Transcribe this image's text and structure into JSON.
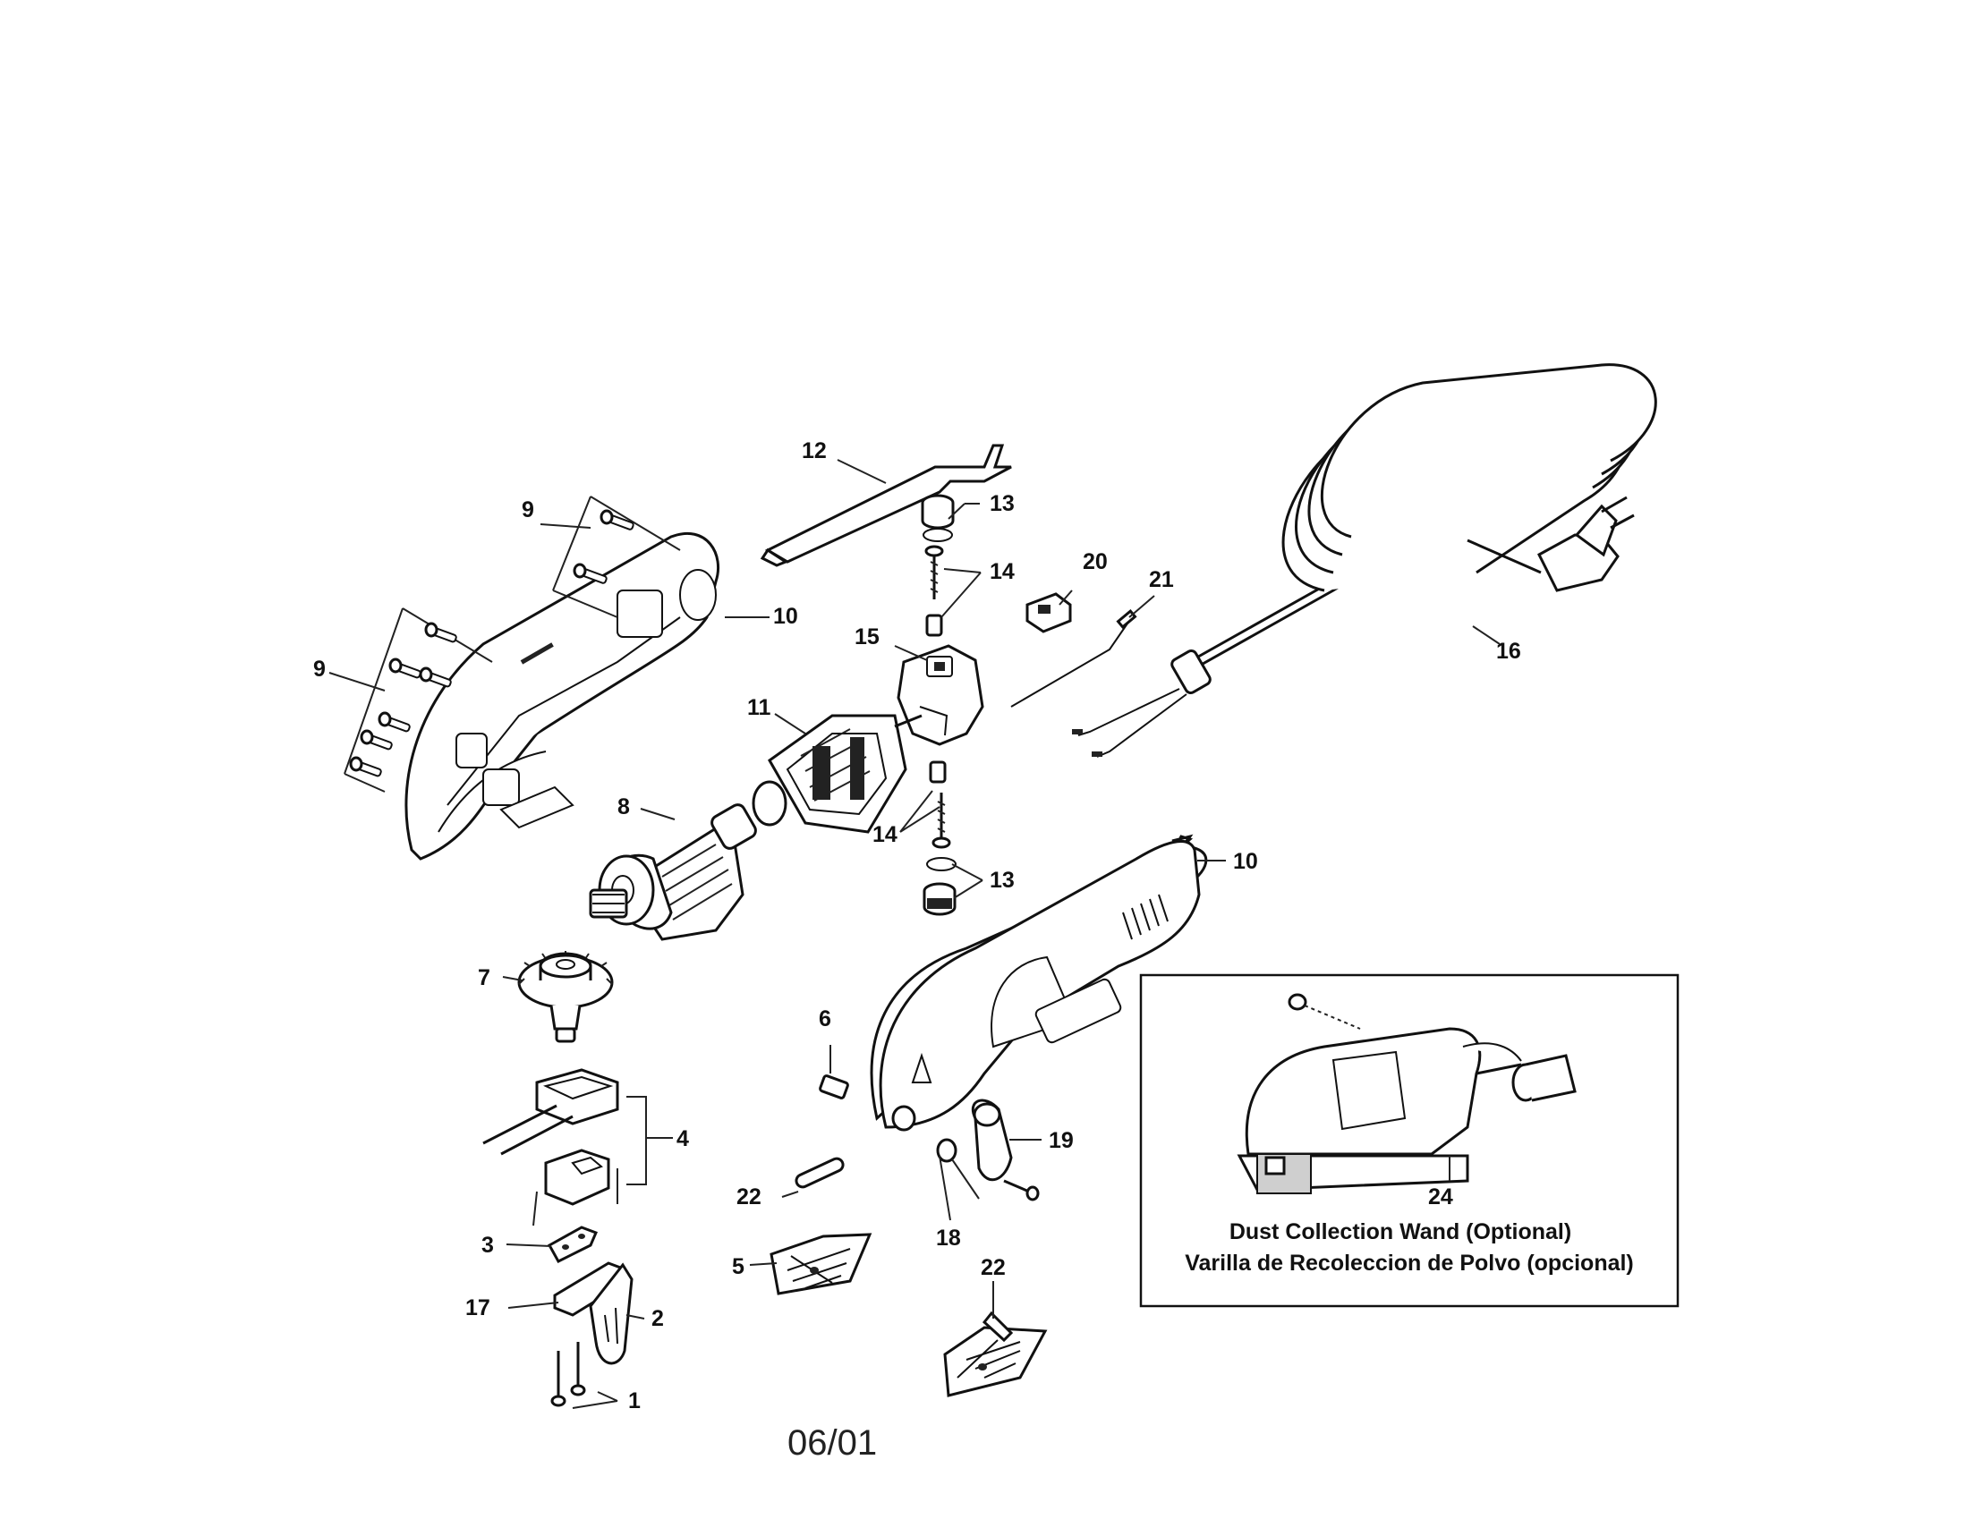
{
  "callouts": {
    "c12": "12",
    "c13a": "13",
    "c13b": "13",
    "c14a": "14",
    "c14b": "14",
    "c20": "20",
    "c21": "21",
    "c9a": "9",
    "c9b": "9",
    "c10a": "10",
    "c10b": "10",
    "c15": "15",
    "c16": "16",
    "c11": "11",
    "c8": "8",
    "c7": "7",
    "c6": "6",
    "c4": "4",
    "c19": "19",
    "c22a": "22",
    "c22b": "22",
    "c18": "18",
    "c3": "3",
    "c5": "5",
    "c17": "17",
    "c2": "2",
    "c1": "1",
    "c24": "24"
  },
  "inset": {
    "caption_en": "Dust Collection Wand (Optional)",
    "caption_es": "Varilla de Recoleccion de Polvo (opcional)"
  },
  "footer": {
    "date": "06/01"
  }
}
